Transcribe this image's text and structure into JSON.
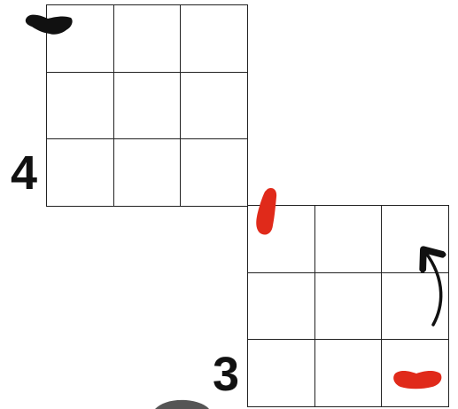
{
  "grid_a": {
    "label": "4",
    "rows": 3,
    "cols": 3
  },
  "grid_b": {
    "label": "3",
    "rows": 3,
    "cols": 3
  },
  "marks": {
    "black_mark_color": "#111111",
    "red_mark_color": "#e02a1a",
    "arrow_color": "#111111"
  }
}
